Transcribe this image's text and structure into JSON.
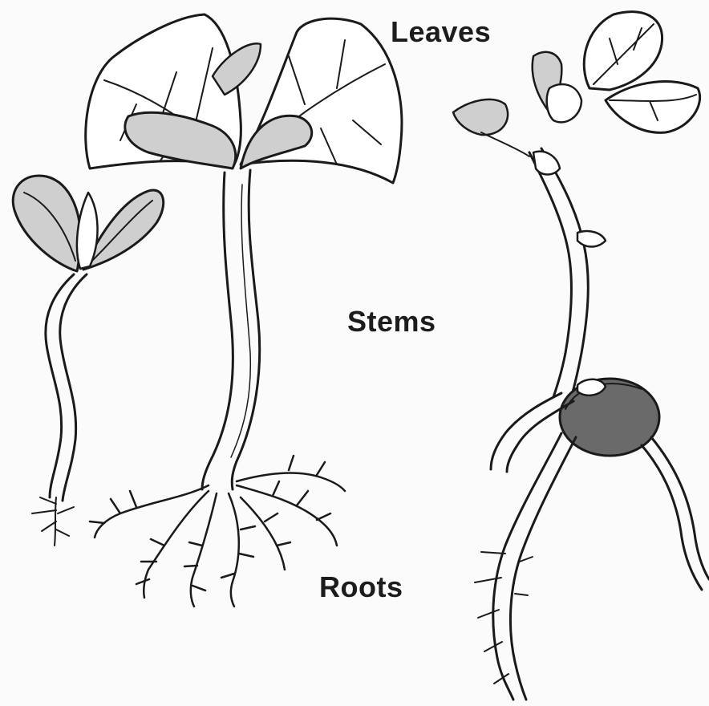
{
  "labels": {
    "leaves": "Leaves",
    "stems": "Stems",
    "roots": "Roots"
  },
  "colors": {
    "ink": "#1a1a1a",
    "background": "#ffffff"
  }
}
